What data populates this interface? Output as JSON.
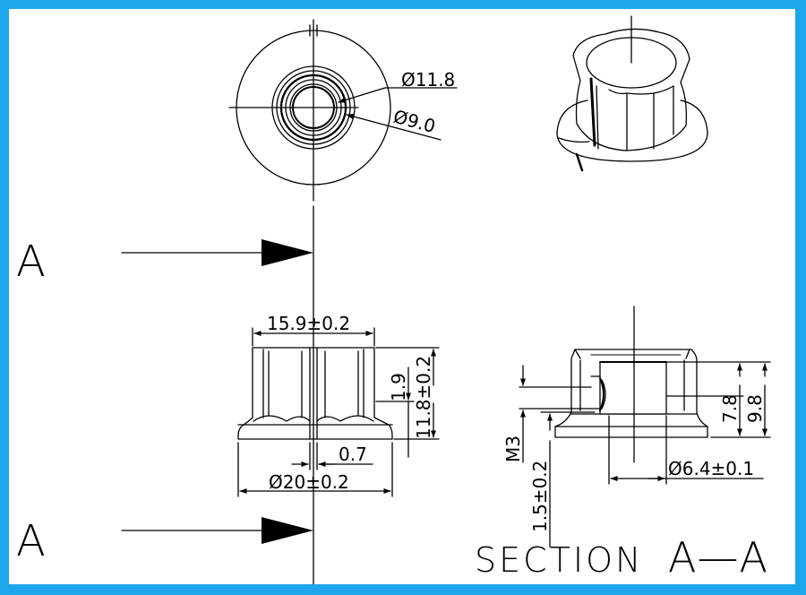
{
  "frame_color": "#1ea6ec",
  "top_view": {
    "dia_outer": "Ø11.8",
    "dia_inner": "Ø9.0"
  },
  "section_arrows": {
    "upper_letter": "A",
    "lower_letter": "A"
  },
  "front_view": {
    "width": "15.9±0.2",
    "height_upper": "1.9",
    "height_total": "11.8±0.2",
    "slot": "0.7",
    "base_dia": "Ø20±0.2"
  },
  "section_view": {
    "height_inner": "7.8",
    "height_total": "9.8",
    "thread": "M3",
    "screw_offset": "1.5±0.2",
    "bore_dia": "Ø6.4±0.1",
    "label": "SECTION",
    "label_letters": "A—A"
  }
}
